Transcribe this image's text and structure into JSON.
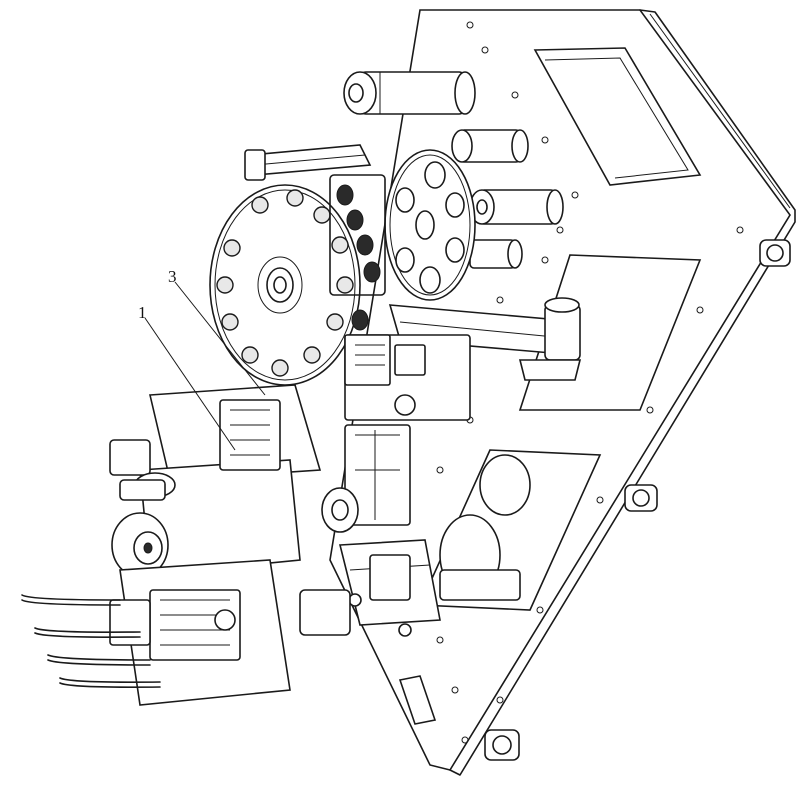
{
  "callouts": [
    {
      "id": "1",
      "text": "1"
    },
    {
      "id": "3",
      "text": "3"
    }
  ],
  "colors": {
    "line": "#1a1a1a",
    "paper": "#ffffff",
    "shade": "#e8e8e8"
  }
}
